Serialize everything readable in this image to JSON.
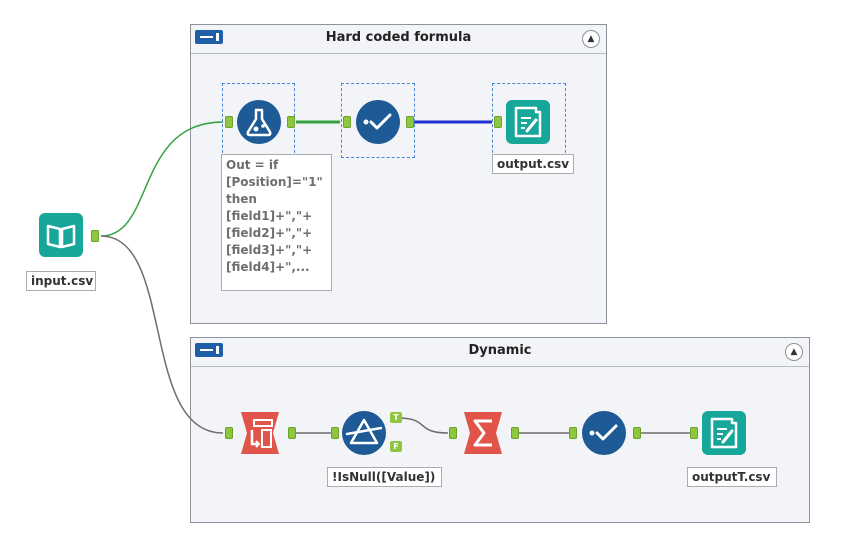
{
  "containers": {
    "hard_coded": {
      "title": "Hard coded formula",
      "collapse_icon": "chevron-up-icon"
    },
    "dynamic": {
      "title": "Dynamic",
      "collapse_icon": "chevron-up-icon"
    }
  },
  "tools": {
    "input": {
      "label": "input.csv",
      "icon": "book-icon",
      "color": "#17a79a"
    },
    "formula": {
      "label": "Out = if\n[Position]=\"1\"\nthen\n[field1]+\",\"+\n[field2]+\",\"+\n[field3]+\",\"+\n[field4]+\",...",
      "icon": "flask-icon",
      "color": "#1e5a96"
    },
    "select_top": {
      "icon": "check-icon",
      "color": "#1e5a96"
    },
    "output_top": {
      "label": "output.csv",
      "icon": "file-edit-icon",
      "color": "#17a79a"
    },
    "crosstab": {
      "icon": "table-transpose-icon",
      "color": "#e0544a"
    },
    "filter": {
      "label": "!IsNull([Value])",
      "icon": "filter-triangle-icon",
      "color": "#1e5a96",
      "true_anchor": "T",
      "false_anchor": "F"
    },
    "summarize": {
      "icon": "sigma-icon",
      "color": "#e0544a"
    },
    "select_bottom": {
      "icon": "check-icon",
      "color": "#1e5a96"
    },
    "output_bottom": {
      "label": "outputT.csv",
      "icon": "file-edit-icon",
      "color": "#17a79a"
    }
  },
  "colors": {
    "wire_green": "#33a340",
    "wire_blue": "#1f2fd1",
    "wire_gray": "#6d6d6d",
    "anchor": "#8ec63f"
  }
}
